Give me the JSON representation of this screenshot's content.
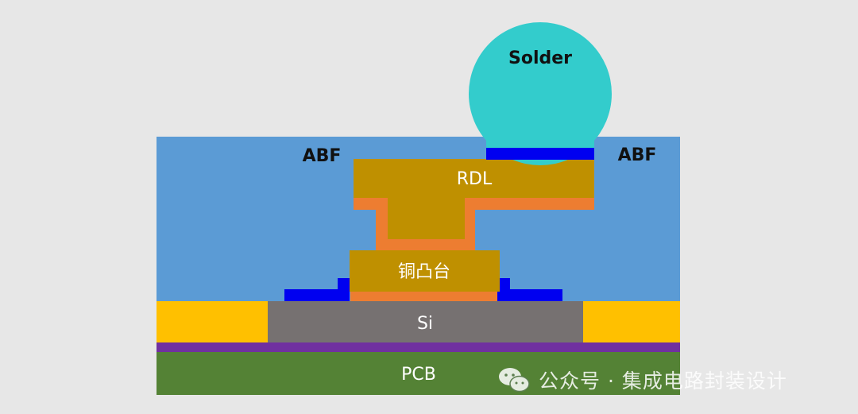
{
  "labels": {
    "solder": "Solder",
    "abf_left": "ABF",
    "abf_right": "ABF",
    "rdl": "RDL",
    "copper_pillar": "铜凸台",
    "si": "Si",
    "pcb": "PCB"
  },
  "watermark": {
    "icon": "wechat-icon",
    "text": "公众号 · 集成电路封装设计"
  },
  "colors": {
    "background": "#e7e7e7",
    "abf": "#5b9bd5",
    "solder": "#33cccc",
    "pad_blue": "#0000f0",
    "rdl": "#bf9000",
    "seed_orange": "#ed7d31",
    "si": "#767171",
    "yellow": "#ffc000",
    "purple": "#7030a0",
    "pcb": "#548235"
  }
}
